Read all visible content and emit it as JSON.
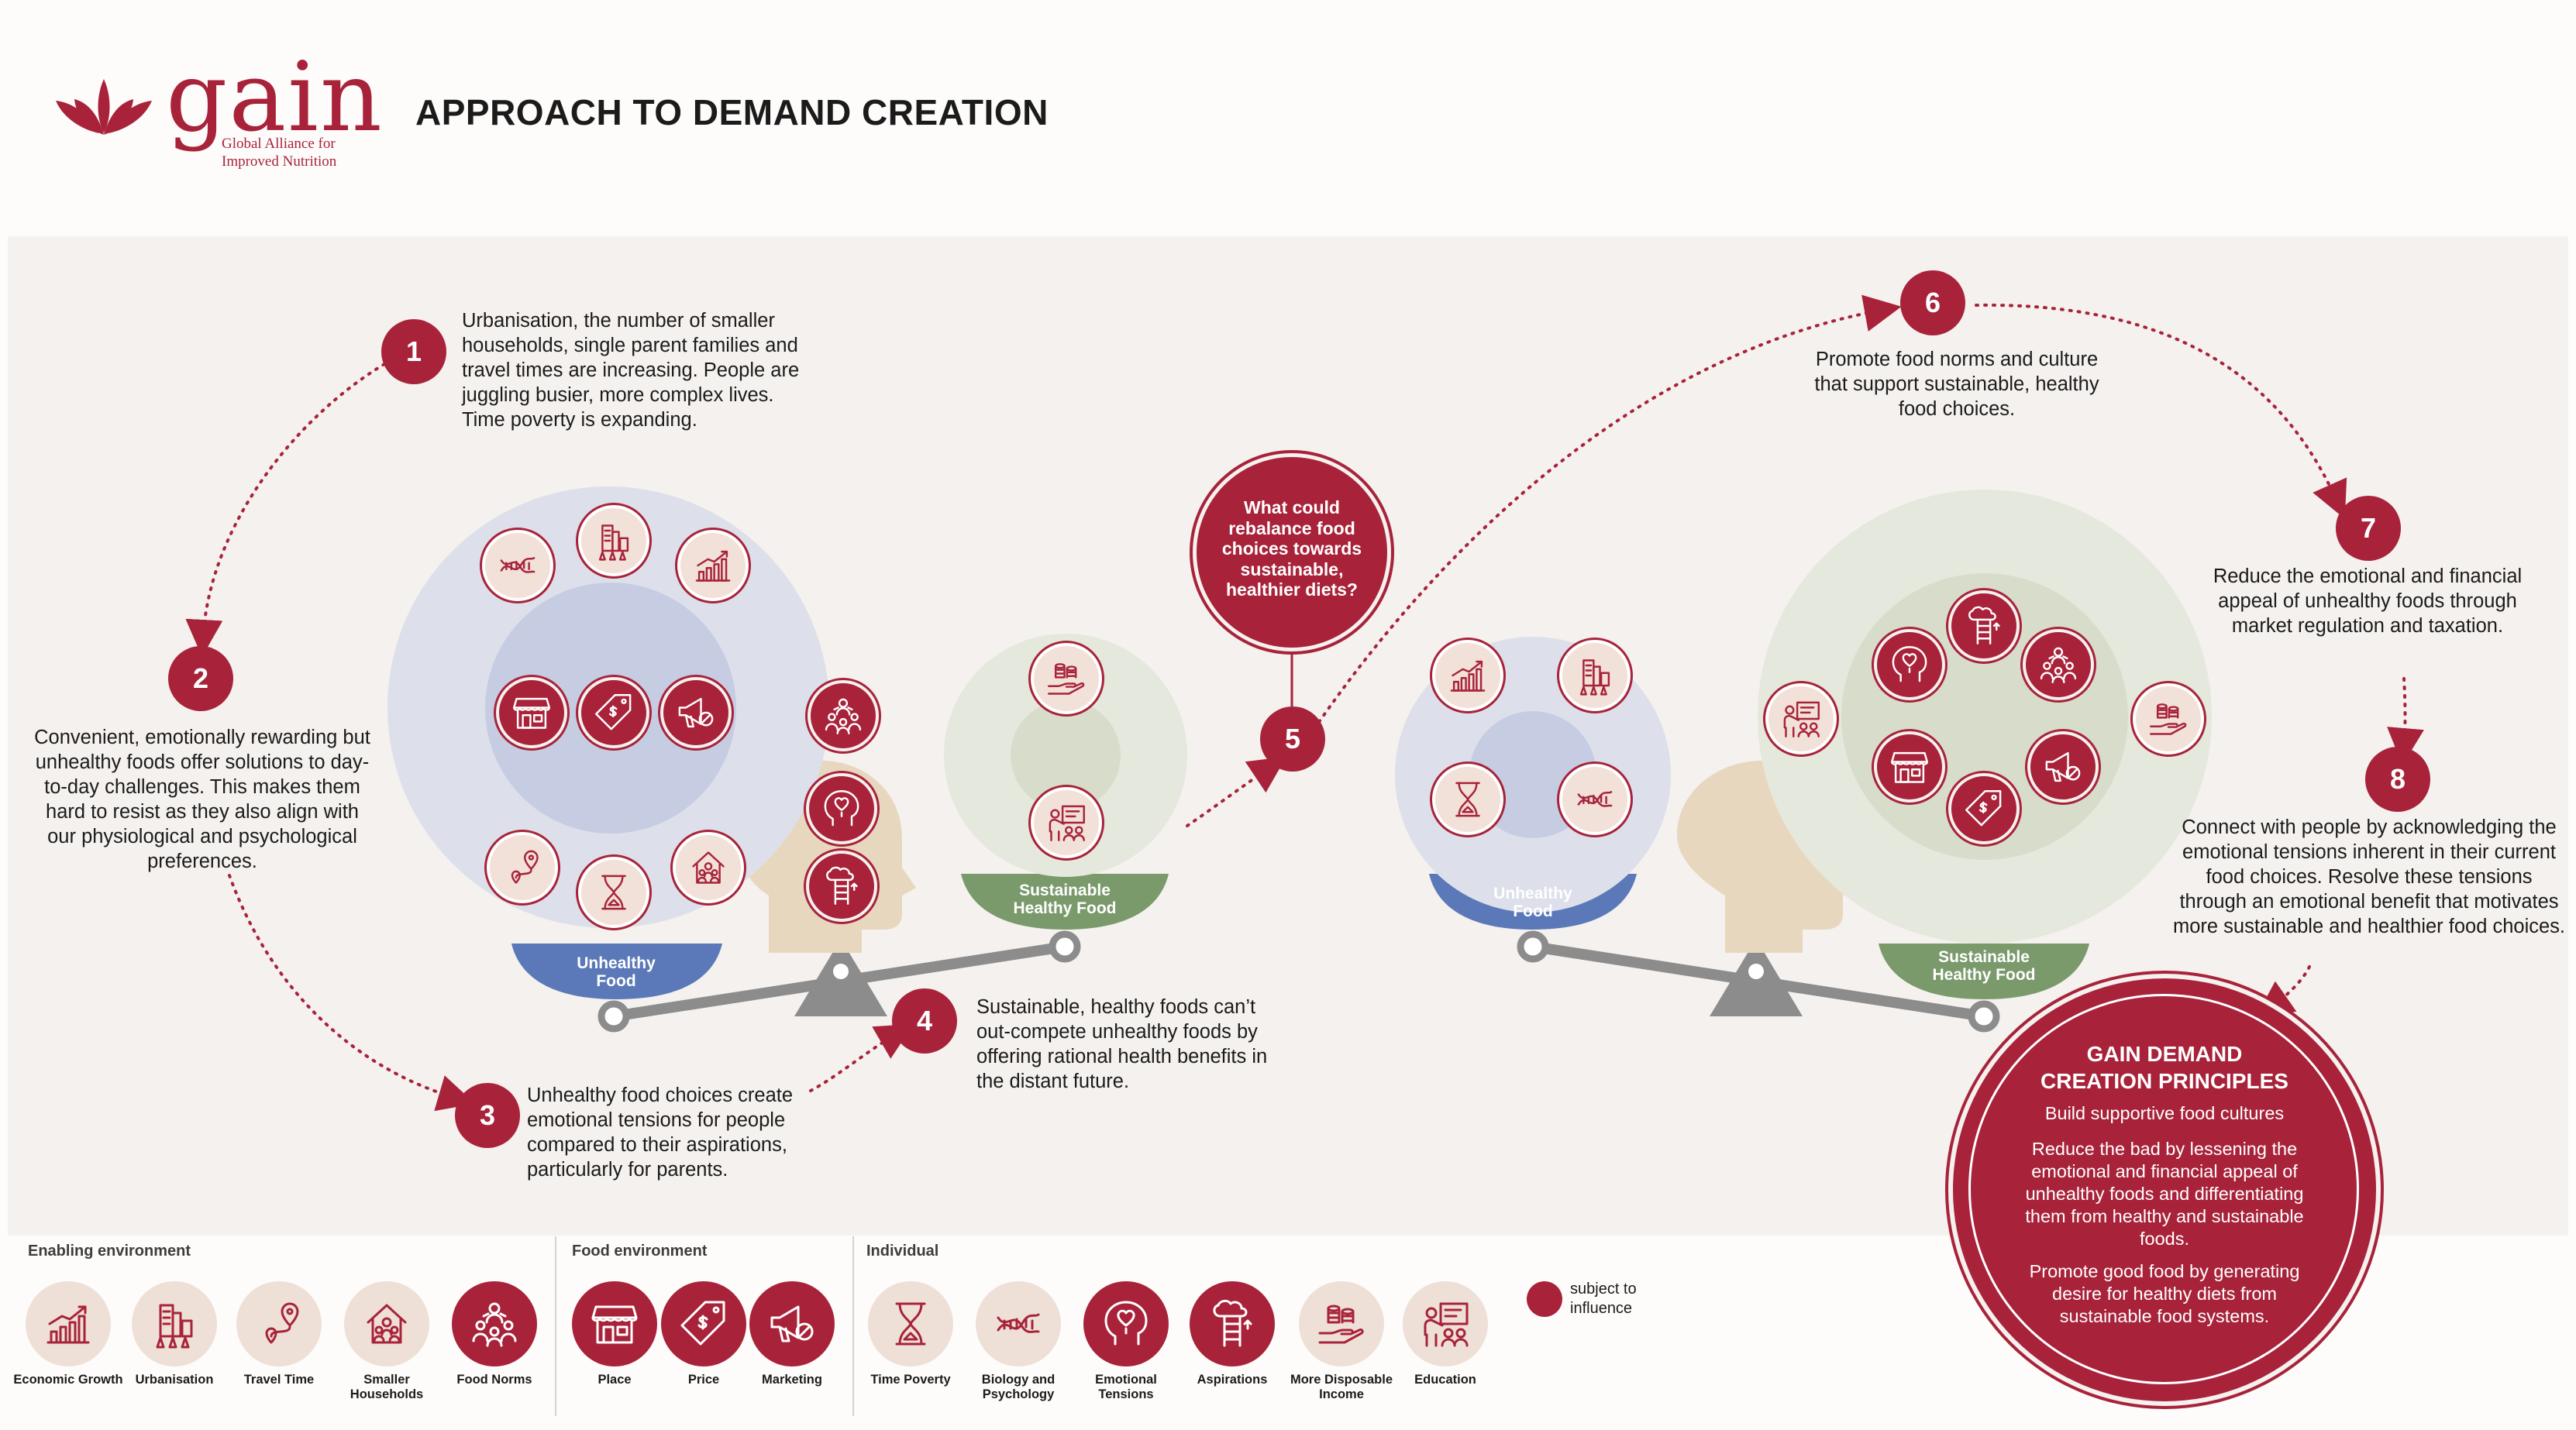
{
  "header": {
    "logo_word": "gain",
    "logo_subtitle_line1": "Global Alliance for",
    "logo_subtitle_line2": "Improved Nutrition",
    "title": "APPROACH TO DEMAND CREATION"
  },
  "colors": {
    "brand_red": "#a8233a",
    "unhealthy_blue": "#5b79b8",
    "sustainable_green": "#7a9a6c",
    "head_tan": "#e8d7bf",
    "scale_grey": "#8c8c8c"
  },
  "steps": [
    {
      "number": "1",
      "text": "Urbanisation, the number of smaller households, single parent families and travel times are increasing. People are juggling busier, more complex lives. Time poverty is expanding."
    },
    {
      "number": "2",
      "text": "Convenient, emotionally rewarding but unhealthy foods offer solutions to day-to-day challenges. This makes them hard to resist as they also align with our physiological and psychological preferences."
    },
    {
      "number": "3",
      "text": "Unhealthy food choices create emotional tensions for people compared to their aspirations, particularly for parents."
    },
    {
      "number": "4",
      "text": "Sustainable, healthy foods can’t out-compete unhealthy foods by offering rational health benefits in the distant future."
    },
    {
      "number": "5",
      "text": ""
    },
    {
      "number": "6",
      "text": "Promote food norms and culture that support sustainable, healthy food choices."
    },
    {
      "number": "7",
      "text": "Reduce the emotional and financial appeal of unhealthy foods through market regulation and taxation."
    },
    {
      "number": "8",
      "text": "Connect with people by acknowledging the emotional tensions inherent in their current food choices. Resolve these tensions through an emotional benefit that motivates more sustainable and healthier food choices."
    }
  ],
  "question": "What could rebalance food choices towards sustainable, healthier diets?",
  "bowls": {
    "unhealthy": "Unhealthy Food",
    "sustainable": "Sustainable Healthy Food"
  },
  "principles": {
    "title": "GAIN DEMAND CREATION PRINCIPLES",
    "items": [
      "Build supportive food cultures",
      "Reduce the bad by lessening the emotional and financial appeal of unhealthy foods and differentiating them from healthy and sustainable foods.",
      "Promote good food by generating desire for healthy diets from sustainable food systems."
    ]
  },
  "legend": {
    "groups": [
      {
        "title": "Enabling environment",
        "items": [
          {
            "label": "Economic Growth",
            "icon": "growth-chart-icon",
            "subject": false
          },
          {
            "label": "Urbanisation",
            "icon": "city-icon",
            "subject": false
          },
          {
            "label": "Travel Time",
            "icon": "route-icon",
            "subject": false
          },
          {
            "label": "Smaller Households",
            "icon": "household-icon",
            "subject": false
          },
          {
            "label": "Food Norms",
            "icon": "people-group-icon",
            "subject": true
          }
        ]
      },
      {
        "title": "Food environment",
        "items": [
          {
            "label": "Place",
            "icon": "shop-icon",
            "subject": true
          },
          {
            "label": "Price",
            "icon": "price-tag-icon",
            "subject": true
          },
          {
            "label": "Marketing",
            "icon": "megaphone-icon",
            "subject": true
          }
        ]
      },
      {
        "title": "Individual",
        "items": [
          {
            "label": "Time Poverty",
            "icon": "hourglass-icon",
            "subject": false
          },
          {
            "label": "Biology and Psychology",
            "icon": "dna-icon",
            "subject": false
          },
          {
            "label": "Emotional Tensions",
            "icon": "emotional-head-icon",
            "subject": true
          },
          {
            "label": "Aspirations",
            "icon": "aspiration-ladder-icon",
            "subject": true
          },
          {
            "label": "More Disposable Income",
            "icon": "coins-hand-icon",
            "subject": false
          },
          {
            "label": "Education",
            "icon": "teacher-icon",
            "subject": false
          }
        ]
      }
    ],
    "key_label": "subject to influence"
  }
}
